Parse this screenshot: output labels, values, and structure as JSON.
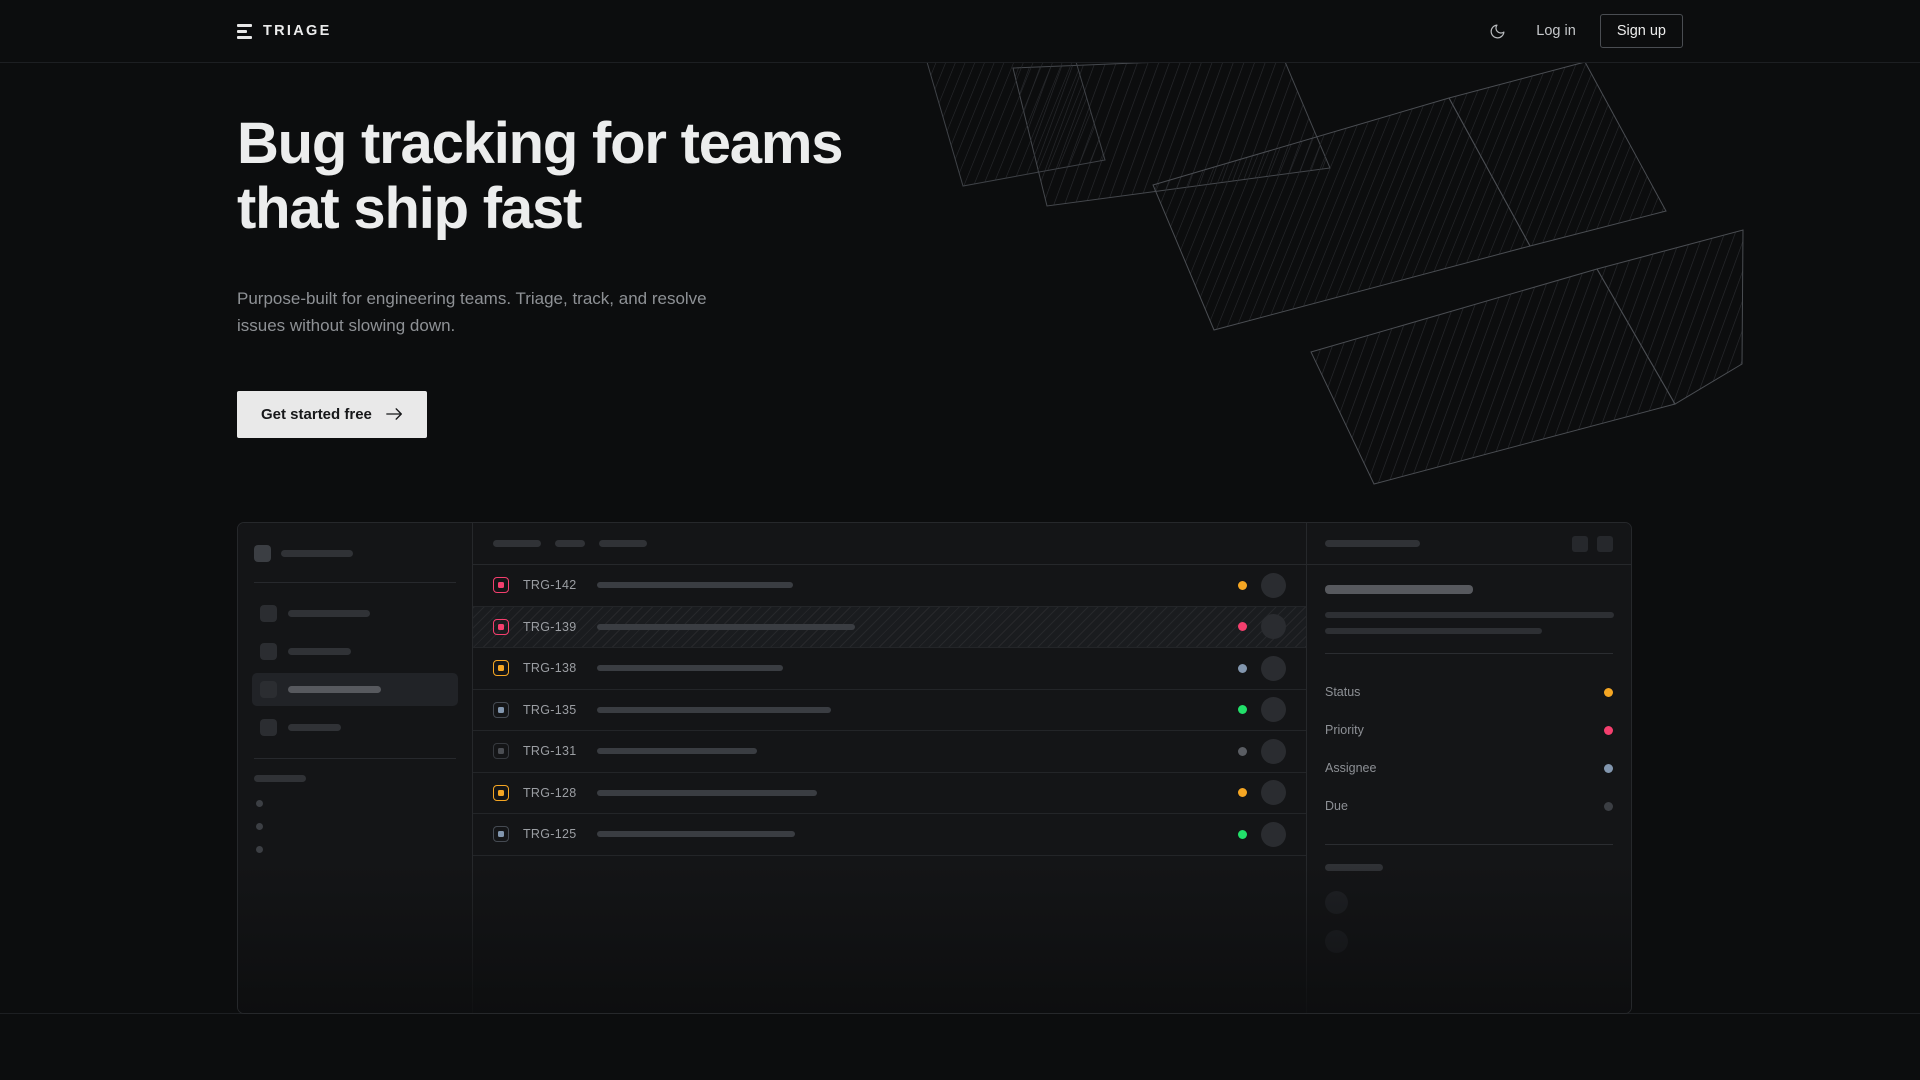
{
  "brand": {
    "name": "TRIAGE",
    "logo_icon": "stacked-bars-icon"
  },
  "nav": {
    "theme_toggle_icon": "moon-icon",
    "login_label": "Log in",
    "signup_label": "Sign up"
  },
  "hero": {
    "headline_line1": "Bug tracking for teams",
    "headline_line2": "that ship fast",
    "subhead": "Purpose-built for engineering teams. Triage, track, and resolve issues without slowing down.",
    "cta_label": "Get started free",
    "cta_icon": "arrow-right-icon"
  },
  "colors": {
    "background": "#0c0d0e",
    "surface": "#141517",
    "border": "#26282b",
    "text_primary": "#eceded",
    "text_muted": "#8e9195",
    "cta_bg": "#e9e9e9",
    "status_orange": "#f5a623",
    "status_pink": "#f43f6e",
    "status_green": "#22e06a",
    "status_blue_gray": "#8296ae",
    "status_dim": "#4b4e53"
  },
  "mockup": {
    "sidebar": {
      "nav_items": [
        {
          "name": "nav-item-1",
          "active": false,
          "width": 82
        },
        {
          "name": "nav-item-2",
          "active": false,
          "width": 63
        },
        {
          "name": "nav-item-3",
          "active": true,
          "width": 93
        },
        {
          "name": "nav-item-4",
          "active": false,
          "width": 53
        }
      ],
      "section_label_width": 52,
      "sublist_dots": 3
    },
    "list_header_chips": [
      48,
      30,
      48
    ],
    "rows": [
      {
        "id": "TRG-142",
        "priority_color": "#f43f6e",
        "priority_border": "#f43f6e",
        "title_width": 196,
        "status_color": "#f5a623",
        "selected": false
      },
      {
        "id": "TRG-139",
        "priority_color": "#f43f6e",
        "priority_border": "#f43f6e",
        "title_width": 258,
        "status_color": "#f43f6e",
        "selected": true
      },
      {
        "id": "TRG-138",
        "priority_color": "#f5a623",
        "priority_border": "#f5a623",
        "title_width": 186,
        "status_color": "#8296ae",
        "selected": false
      },
      {
        "id": "TRG-135",
        "priority_color": "#8296ae",
        "priority_border": "#454a52",
        "title_width": 234,
        "status_color": "#22e06a",
        "selected": false
      },
      {
        "id": "TRG-131",
        "priority_color": "#4b4e53",
        "priority_border": "#36393e",
        "title_width": 160,
        "status_color": "#5a5d63",
        "selected": false
      },
      {
        "id": "TRG-128",
        "priority_color": "#f5a623",
        "priority_border": "#f5a623",
        "title_width": 220,
        "status_color": "#f5a623",
        "selected": false
      },
      {
        "id": "TRG-125",
        "priority_color": "#8296ae",
        "priority_border": "#454a52",
        "title_width": 198,
        "status_color": "#22e06a",
        "selected": false
      }
    ],
    "detail": {
      "header_title_width": 95,
      "header_buttons": [
        "detail-action-1",
        "detail-action-2"
      ],
      "body_title_width": 148,
      "body_line_widths": [
        289,
        217
      ],
      "fields": [
        {
          "label": "Status",
          "dot_color": "#f5a623"
        },
        {
          "label": "Priority",
          "dot_color": "#f43f6e"
        },
        {
          "label": "Assignee",
          "dot_color": "#8296ae"
        },
        {
          "label": "Due",
          "dot_color": "#3b3e43"
        }
      ],
      "comments_label_width": 58,
      "comments": 2
    }
  }
}
